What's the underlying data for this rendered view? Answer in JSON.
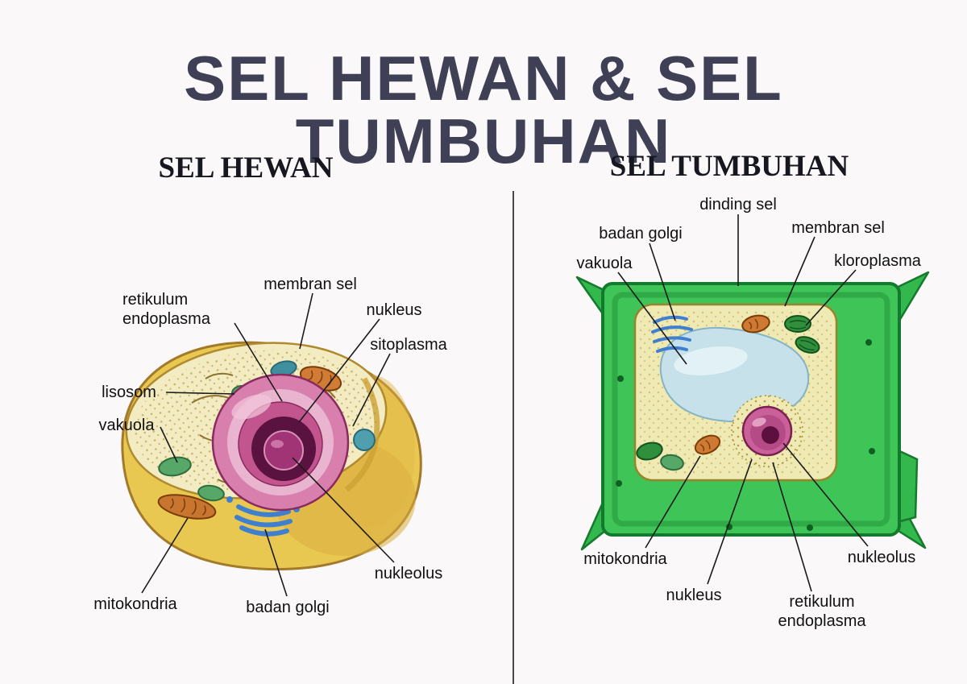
{
  "page": {
    "title": "SEL HEWAN & SEL TUMBUHAN"
  },
  "left": {
    "heading": "SEL HEWAN",
    "labels": {
      "membran_sel": "membran sel",
      "retikulum_endoplasma": "retikulum\nendoplasma",
      "nukleus": "nukleus",
      "sitoplasma": "sitoplasma",
      "lisosom": "lisosom",
      "vakuola": "vakuola",
      "mitokondria": "mitokondria",
      "badan_golgi": "badan golgi",
      "nukleolus": "nukleolus"
    }
  },
  "right": {
    "heading": "SEL TUMBUHAN",
    "labels": {
      "dinding_sel": "dinding sel",
      "badan_golgi": "badan golgi",
      "membran_sel": "membran sel",
      "vakuola": "vakuola",
      "kloroplasma": "kloroplasma",
      "mitokondria": "mitokondria",
      "nukleus": "nukleus",
      "nukleolus": "nukleolus",
      "retikulum_endoplasma": "retikulum\nendoplasma"
    }
  },
  "palette": {
    "title_color": "#3f3f55",
    "heading_color": "#17171f",
    "label_color": "#111111",
    "divider_color": "#4a4a4a",
    "animal_body": "#e9c852",
    "animal_interior": "#f3ebc2",
    "nucleus_outer": "#d97fae",
    "nucleus_mid": "#c2558d",
    "nucleus_inner": "#5a1240",
    "nucleolus": "#a03474",
    "plant_wall": "#3ec457",
    "cytoplasm": "#efe9b4",
    "vacuole": "#c6e1ea",
    "golgi_blue": "#3f7fd0",
    "mitochondria_orange": "#cf7a33",
    "chloroplast_green": "#2f8f3c",
    "leader_line": "#1a1a1a"
  }
}
